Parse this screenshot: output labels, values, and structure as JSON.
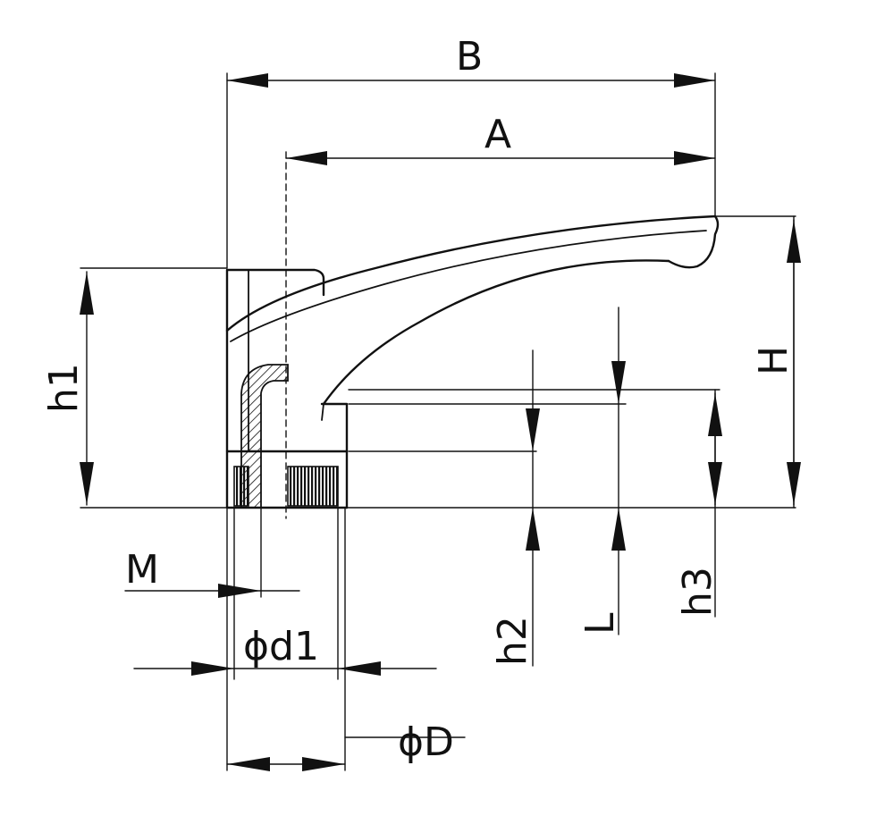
{
  "labels": {
    "B": "B",
    "A": "A",
    "H": "H",
    "h1": "h1",
    "h2": "h2",
    "h3": "h3",
    "L": "L",
    "M": "M",
    "d1": "ϕd1",
    "D": "ϕD"
  }
}
